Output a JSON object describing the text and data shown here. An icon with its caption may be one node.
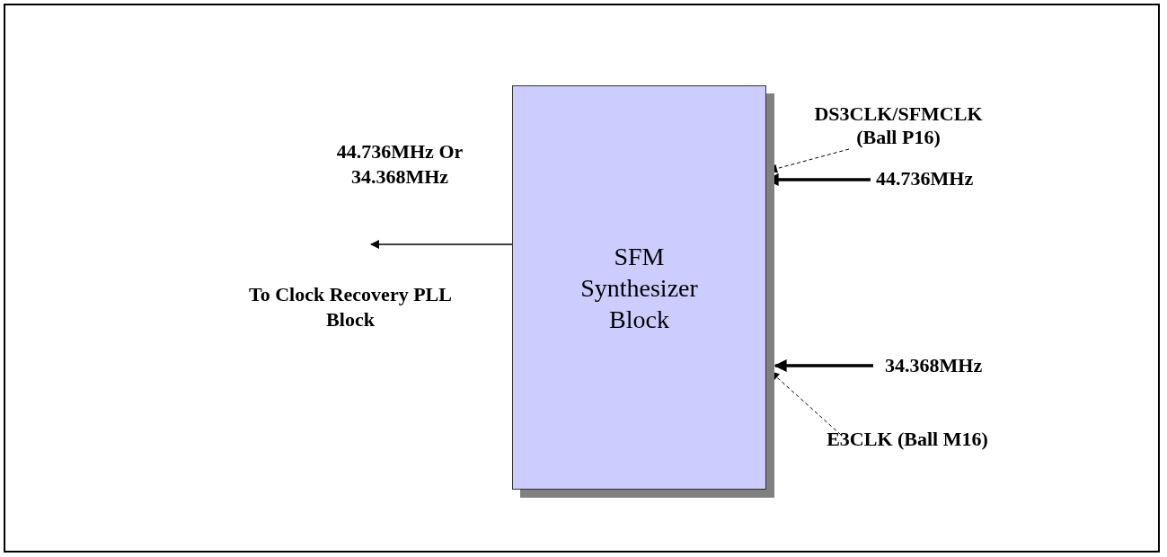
{
  "diagram": {
    "nodes": [
      {
        "text": [
          "SFM Synthesizer Block"
        ]
      },
      {
        "text": [
          "DS3CLK/SFMCLK (Ball P16)"
        ]
      },
      {
        "text": [
          "44.736MHz"
        ]
      },
      {
        "text": [
          "34.368MHz"
        ]
      },
      {
        "text": [
          "E3CLK (Ball M16)"
        ]
      }
    ],
    "edges": [
      {
        "from": 0,
        "to": null,
        "arrow": "to",
        "label": "44.736MHz Or 34.368MHz"
      },
      {
        "from": 1,
        "to": 0,
        "arrow": "to",
        "style": "dashed"
      },
      {
        "from": 2,
        "to": 0,
        "arrow": "to",
        "style": "thick"
      },
      {
        "from": 3,
        "to": 0,
        "arrow": "to",
        "style": "thick"
      },
      {
        "from": 4,
        "to": 0,
        "arrow": "to",
        "style": "dashed"
      }
    ],
    "labels": [
      "To Clock Recovery PLL Block"
    ]
  }
}
